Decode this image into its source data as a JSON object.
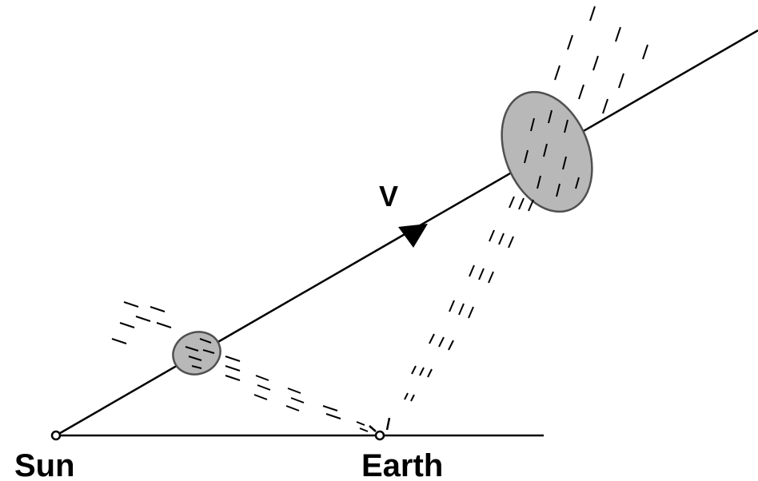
{
  "labels": {
    "sun": "Sun",
    "earth": "Earth",
    "velocity": "V"
  },
  "colors": {
    "line": "#000000",
    "cloud_fill": "#b8b8b8",
    "cloud_outline": "#505050",
    "background": "#ffffff"
  }
}
